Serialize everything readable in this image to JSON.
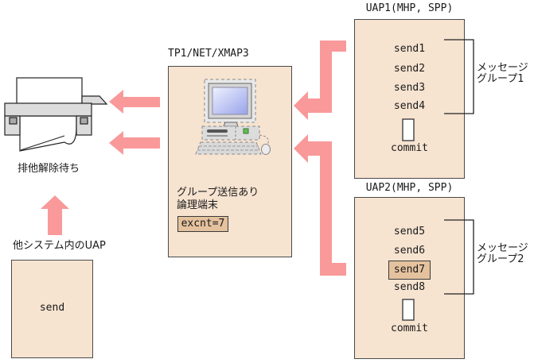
{
  "colors": {
    "box_fill": "#f6e3d0",
    "highlight_fill": "#e5c29e",
    "arrow_pink": "#f9999a",
    "border_dark": "#4a4a4a",
    "bracket_line": "#222222",
    "printer_gray": "#dcdcdc",
    "screen_blue_light": "#eef1ff",
    "screen_blue_dark": "#98a3ea"
  },
  "icons": {
    "printer": "printer-icon",
    "computer": "desktop-pc-icon"
  },
  "tp1": {
    "title": "TP1/NET/XMAP3",
    "caption_line1": "グループ送信あり",
    "caption_line2": "論理端末",
    "excnt": "excnt=7"
  },
  "uap1": {
    "title": "UAP1(MHP, SPP)",
    "sends": [
      "send1",
      "send2",
      "send3",
      "send4"
    ],
    "commit": "commit",
    "group_line1": "メッセージ",
    "group_line2": "グループ1"
  },
  "uap2": {
    "title": "UAP2(MHP, SPP)",
    "sends": [
      "send5",
      "send6",
      "send7",
      "send8"
    ],
    "commit": "commit",
    "group_line1": "メッセージ",
    "group_line2": "グループ2"
  },
  "printer": {
    "status_label": "排他解除待ち"
  },
  "other_uap": {
    "label": "他システム内のUAP",
    "send": "send"
  }
}
